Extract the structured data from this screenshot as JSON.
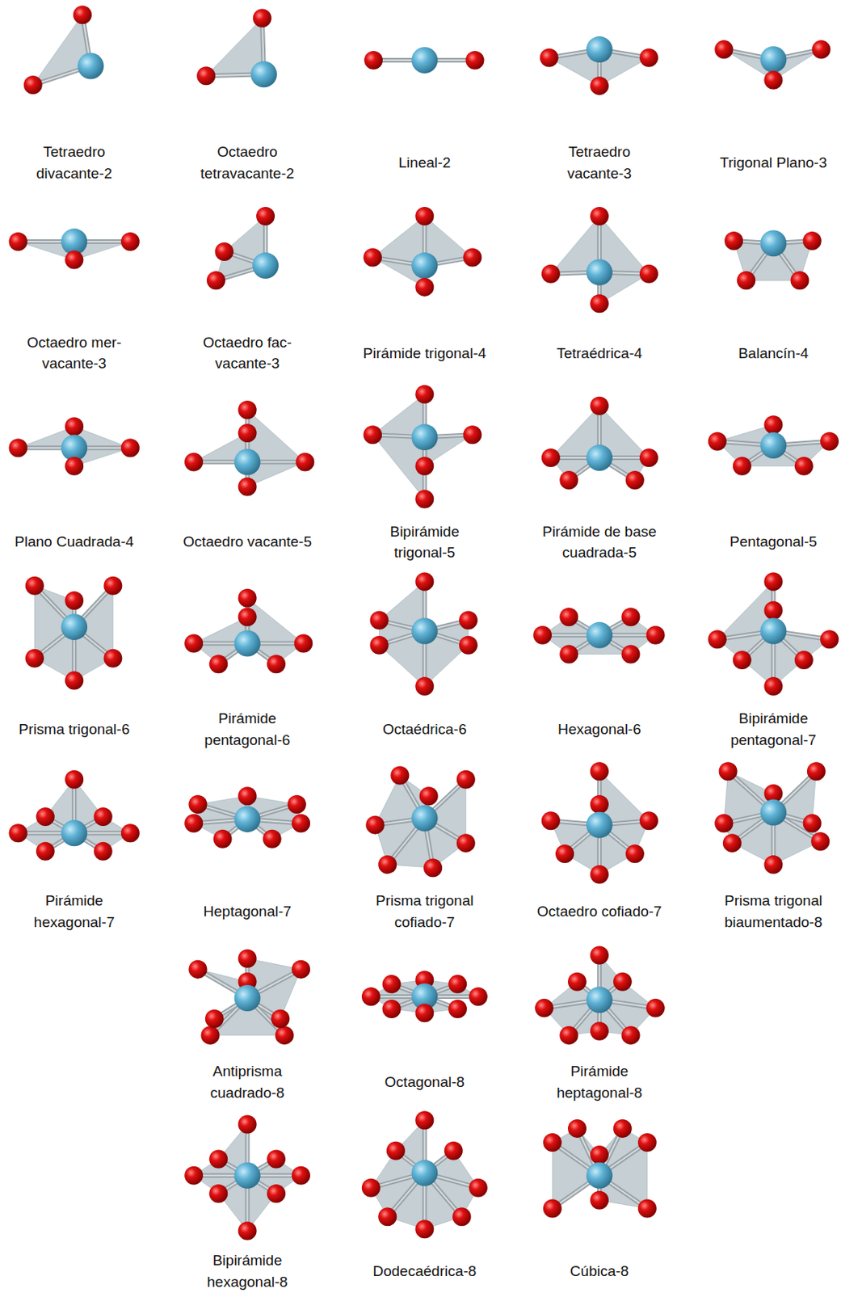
{
  "diagram": {
    "labels": [
      "Tetraedro divacante-2",
      "Octaedro tetravacante-2",
      "Lineal-2",
      "Tetraedro vacante-3",
      "Trigonal Plano-3",
      "Octaedro mer-vacante-3",
      "Octaedro fac-vacante-3",
      "Pirámide trigonal-4",
      "Tetraédrica-4",
      "Balancín-4",
      "Plano Cuadrada-4",
      "Octaedro vacante-5",
      "Bipirámide trigonal-5",
      "Pirámide de base cuadrada-5",
      "Pentagonal-5",
      "Prisma trigonal-6",
      "Pirámide pentagonal-6",
      "Octaédrica-6",
      "Hexagonal-6",
      "Bipirámide pentagonal-7",
      "Pirámide hexagonal-7",
      "Heptagonal-7",
      "Prisma trigonal cofiado-7",
      "Octaedro cofiado-7",
      "Prisma trigonal biaumentado-8",
      "Antiprisma cuadrado-8",
      "Octagonal-8",
      "Pirámide heptagonal-8",
      "Bipirámide hexagonal-8",
      "Dodecaédrica-8",
      "Cúbica-8"
    ]
  }
}
